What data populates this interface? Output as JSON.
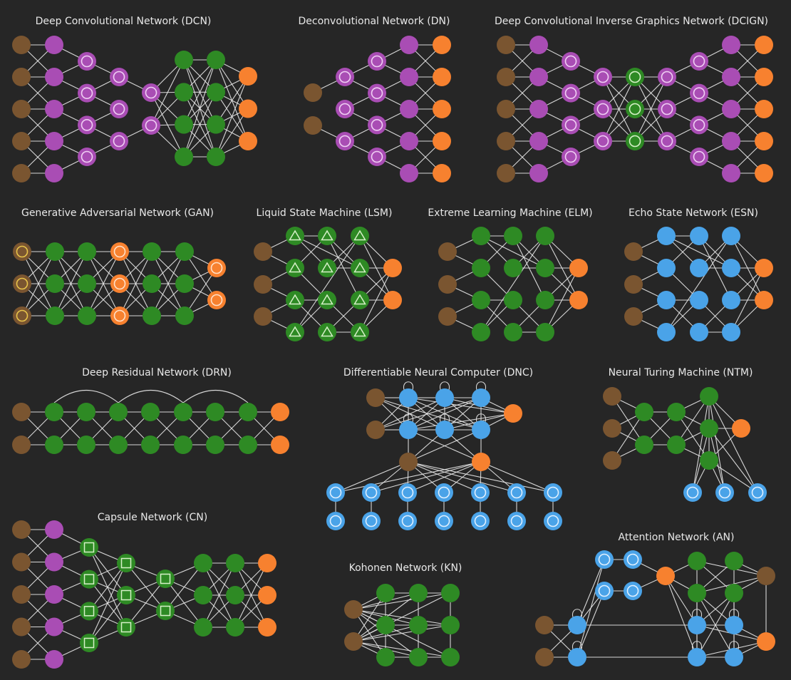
{
  "colors": {
    "background": "#262626",
    "input": "#7a5530",
    "hidden_purple": "#a94db4",
    "hidden_green": "#2e8a24",
    "output": "#f7812f",
    "memory_blue": "#4aa3e8",
    "edge": "#e6e6e6",
    "title": "#e8e8e8"
  },
  "networks": [
    {
      "id": "dcn",
      "title": "Deep Convolutional Network (DCN)"
    },
    {
      "id": "dn",
      "title": "Deconvolutional Network (DN)"
    },
    {
      "id": "dcign",
      "title": "Deep Convolutional Inverse Graphics Network (DCIGN)"
    },
    {
      "id": "gan",
      "title": "Generative Adversarial Network (GAN)"
    },
    {
      "id": "lsm",
      "title": "Liquid State Machine (LSM)"
    },
    {
      "id": "elm",
      "title": "Extreme Learning Machine (ELM)"
    },
    {
      "id": "esn",
      "title": "Echo State Network (ESN)"
    },
    {
      "id": "drn",
      "title": "Deep Residual Network (DRN)"
    },
    {
      "id": "dnc",
      "title": "Differentiable Neural Computer (DNC)"
    },
    {
      "id": "ntm",
      "title": "Neural Turing Machine (NTM)"
    },
    {
      "id": "cn",
      "title": "Capsule Network (CN)"
    },
    {
      "id": "kn",
      "title": "Kohonen Network (KN)"
    },
    {
      "id": "an",
      "title": "Attention Network (AN)"
    }
  ]
}
